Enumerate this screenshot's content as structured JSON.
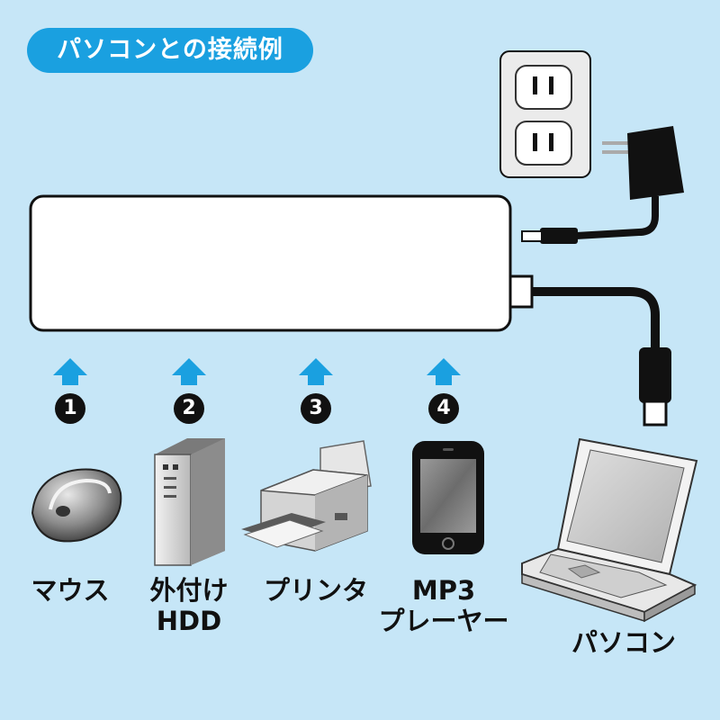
{
  "title": "パソコンとの接続例",
  "devices": [
    {
      "number": "1",
      "label": "マウス"
    },
    {
      "number": "2",
      "label_line1": "外付け",
      "label_line2": "HDD"
    },
    {
      "number": "3",
      "label": "プリンタ"
    },
    {
      "number": "4",
      "label_line1": "MP3",
      "label_line2": "プレーヤー"
    }
  ],
  "pc_label": "パソコン",
  "colors": {
    "background": "#c6e6f7",
    "accent": "#1aa0e0",
    "hub": "#ffffff",
    "cable": "#111111"
  }
}
